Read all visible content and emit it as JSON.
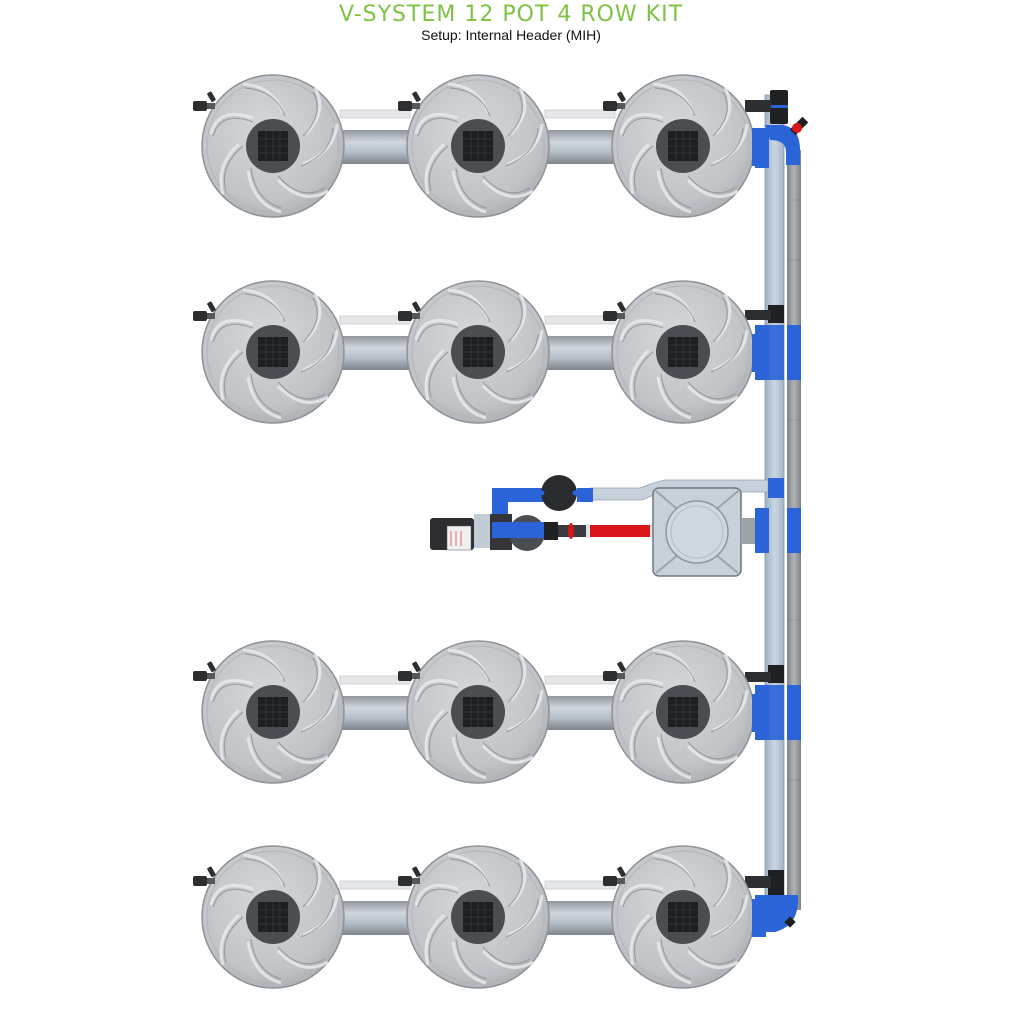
{
  "header": {
    "title": "V-SYSTEM 12 POT 4 ROW KIT",
    "subtitle": "Setup: Internal Header (MIH)"
  },
  "colors": {
    "title_green": "#7dc242",
    "pot_gray": "#c4c7cb",
    "fitting_blue": "#2b63d9",
    "return_red": "#d9161c",
    "pipe_light_blue": "#b5c5d6",
    "pipe_gray": "#9ea3a8"
  },
  "layout": {
    "rows": 4,
    "pots_per_row": 3,
    "total_pots": 12
  },
  "components": {
    "pots": [
      {
        "row": 1,
        "col": 1
      },
      {
        "row": 1,
        "col": 2
      },
      {
        "row": 1,
        "col": 3
      },
      {
        "row": 2,
        "col": 1
      },
      {
        "row": 2,
        "col": 2
      },
      {
        "row": 2,
        "col": 3
      },
      {
        "row": 3,
        "col": 1
      },
      {
        "row": 3,
        "col": 2
      },
      {
        "row": 3,
        "col": 3
      },
      {
        "row": 4,
        "col": 1
      },
      {
        "row": 4,
        "col": 2
      },
      {
        "row": 4,
        "col": 3
      }
    ],
    "controller_tank": "brain-reservoir",
    "pump": "inline-pump",
    "filter": "canister-filter",
    "return_line": "red-return-pipe",
    "manifold": "internal-header-manifold"
  }
}
